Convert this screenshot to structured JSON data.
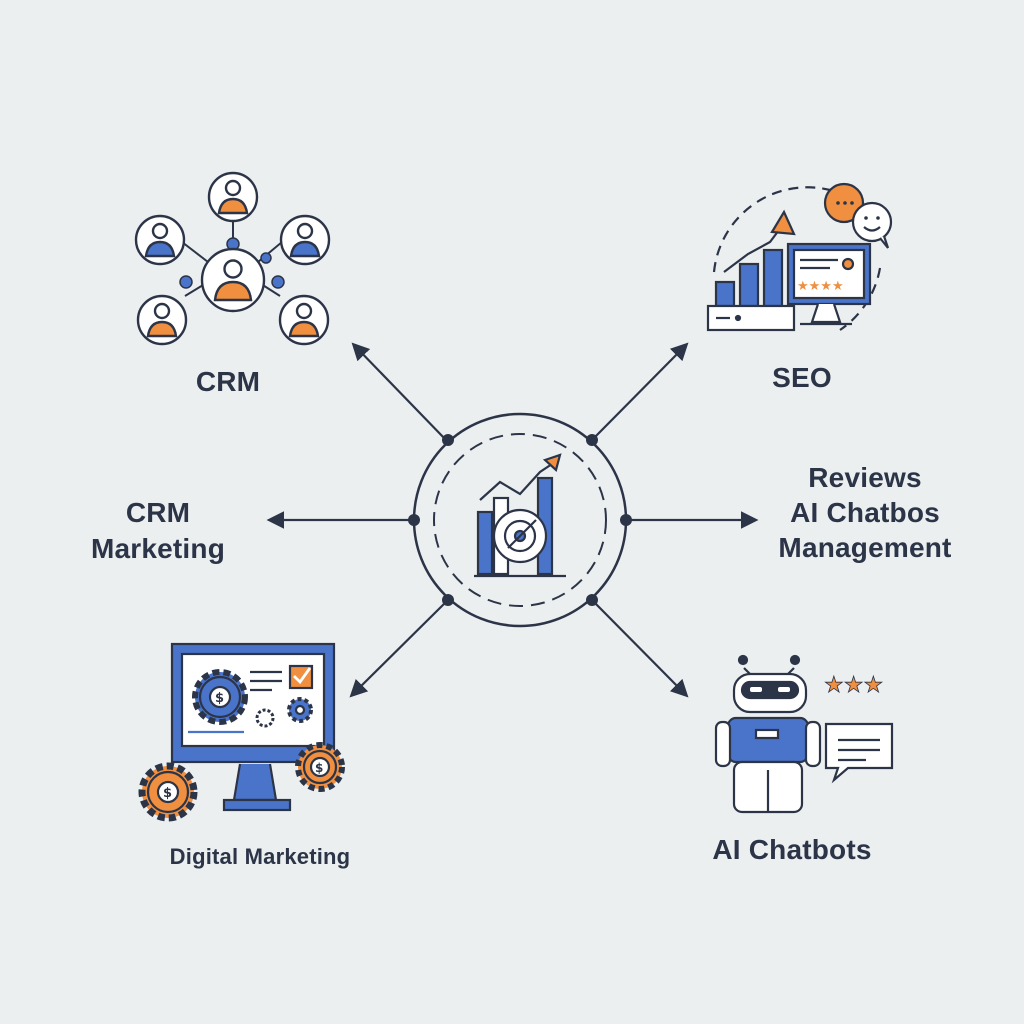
{
  "nodes": {
    "crm": {
      "label": "CRM",
      "icon": "people-network-icon"
    },
    "seo": {
      "label": "SEO",
      "icon": "seo-analytics-icon"
    },
    "crm_marketing": {
      "lines": [
        "CRM",
        "Marketing"
      ]
    },
    "reviews": {
      "lines": [
        "Reviews",
        "AI Chatbos",
        "Management"
      ]
    },
    "digital_marketing": {
      "label": "Digital Marketing",
      "icon": "monitor-gears-icon"
    },
    "ai_chatbots": {
      "label": "AI Chatbots",
      "icon": "robot-chat-icon"
    }
  },
  "hub": {
    "icon": "growth-target-icon"
  },
  "colors": {
    "background": "#eceff0",
    "line": "#2c3448",
    "blue": "#4a74c9",
    "orange": "#ef8f3f"
  }
}
